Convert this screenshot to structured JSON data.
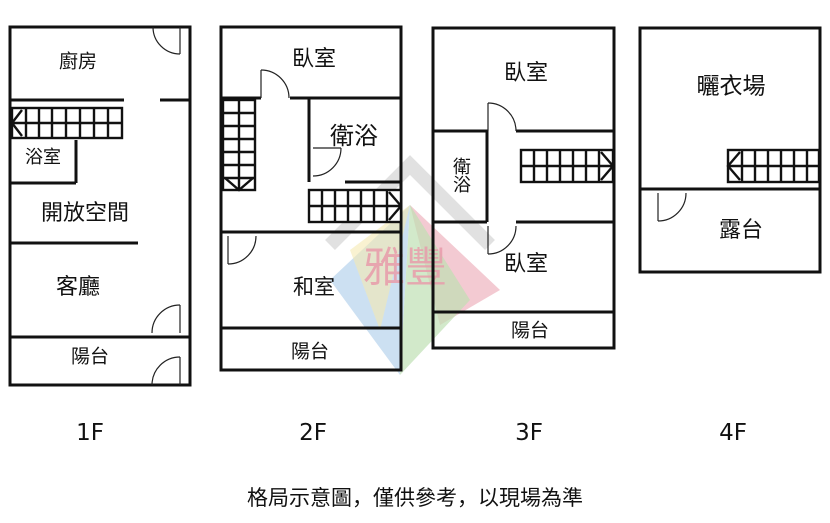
{
  "floors": [
    {
      "label": "1F",
      "rooms": [
        "廚房",
        "浴室",
        "開放空間",
        "客廳",
        "陽台"
      ]
    },
    {
      "label": "2F",
      "rooms": [
        "臥室",
        "衛浴",
        "和室",
        "陽台"
      ]
    },
    {
      "label": "3F",
      "rooms": [
        "臥室",
        "衛浴",
        "臥室",
        "陽台"
      ]
    },
    {
      "label": "4F",
      "rooms": [
        "曬衣場",
        "露台"
      ]
    }
  ],
  "watermark": {
    "text": "雅豐",
    "colors": {
      "red": "#e89aa8",
      "green": "#a9d49a",
      "blue": "#9ec3e6",
      "yellow": "#f2e39a",
      "outline": "#d7d7d7"
    }
  },
  "footer": {
    "note": "格局示意圖，僅供參考，以現場為準"
  }
}
